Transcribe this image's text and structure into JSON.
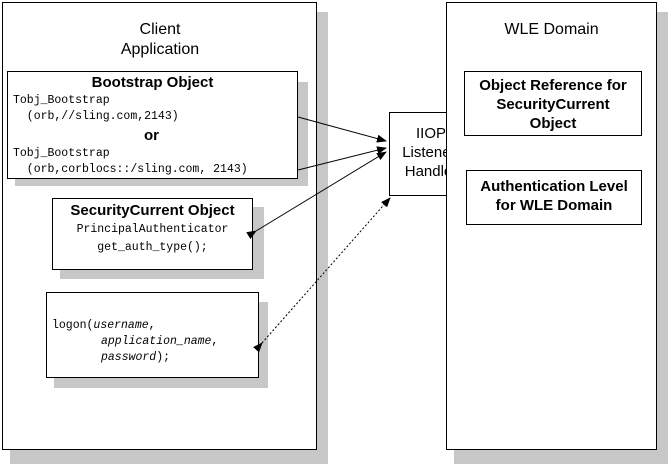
{
  "client": {
    "title": "Client\nApplication",
    "bootstrap": {
      "title": "Bootstrap Object",
      "line1": "Tobj_Bootstrap",
      "line2": "  (orb,//sling.com,2143)",
      "or": "or",
      "line3": "Tobj_Bootstrap",
      "line4": "  (orb,corblocs::/sling.com, 2143)"
    },
    "security_current": {
      "title": "SecurityCurrent Object",
      "line1": "PrincipalAuthenticator",
      "line2": "get_auth_type();"
    },
    "logon": {
      "prefix": "logon(",
      "arg1": "username",
      "arg2": "application_name",
      "arg3": "password",
      "suffix": ");",
      "comma": ","
    }
  },
  "listener": {
    "label": "IIOP\nListener/\nHandler"
  },
  "wle": {
    "title": "WLE Domain",
    "object_reference": "Object Reference for\nSecurityCurrent\nObject",
    "auth_level": "Authentication Level\nfor WLE Domain"
  },
  "colors": {
    "shadow": "#c7c7c7",
    "line": "#000000"
  }
}
